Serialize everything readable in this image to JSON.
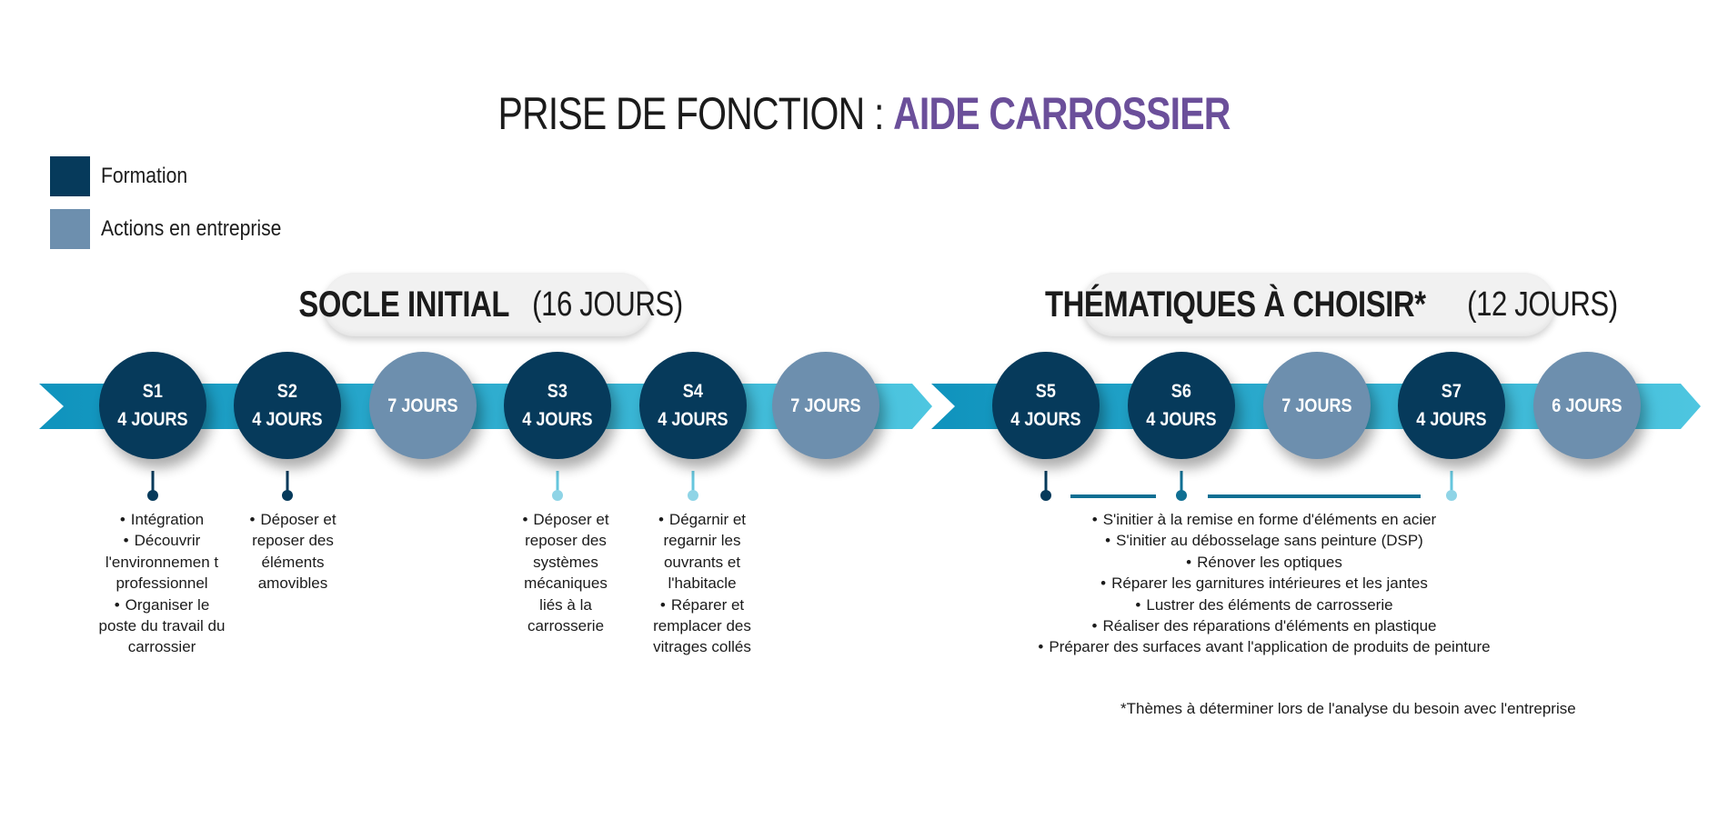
{
  "title": {
    "prefix": "PRISE DE FONCTION : ",
    "highlight": "AIDE CARROSSIER"
  },
  "legend": [
    {
      "label": "Formation",
      "color": "#063a5b"
    },
    {
      "label": "Actions en entreprise",
      "color": "#6d8fae"
    }
  ],
  "sections": [
    {
      "name": "SOCLE INITIAL",
      "duration": "(16 JOURS)"
    },
    {
      "name": "THÉMATIQUES À CHOISIR*",
      "duration": "(12 JOURS)"
    }
  ],
  "steps": [
    {
      "label": "S1",
      "days": "4 JOURS",
      "type": "formation"
    },
    {
      "label": "S2",
      "days": "4 JOURS",
      "type": "formation"
    },
    {
      "label": "",
      "days": "7 JOURS",
      "type": "entreprise"
    },
    {
      "label": "S3",
      "days": "4 JOURS",
      "type": "formation"
    },
    {
      "label": "S4",
      "days": "4 JOURS",
      "type": "formation"
    },
    {
      "label": "",
      "days": "7 JOURS",
      "type": "entreprise"
    },
    {
      "label": "S5",
      "days": "4 JOURS",
      "type": "formation"
    },
    {
      "label": "S6",
      "days": "4 JOURS",
      "type": "formation"
    },
    {
      "label": "",
      "days": "7 JOURS",
      "type": "entreprise"
    },
    {
      "label": "S7",
      "days": "4 JOURS",
      "type": "formation"
    },
    {
      "label": "",
      "days": "6 JOURS",
      "type": "entreprise"
    }
  ],
  "details": {
    "s1": [
      "Intégration",
      "Découvrir l'environnemen t professionnel",
      "Organiser le poste du travail du carrossier"
    ],
    "s2": [
      "Déposer et reposer des éléments amovibles"
    ],
    "s3": [
      "Déposer et reposer des systèmes mécaniques liés à la carrosserie"
    ],
    "s4": [
      "Dégarnir et regarnir les ouvrants et l'habitacle",
      "Réparer et remplacer des vitrages collés"
    ],
    "themes": [
      "S'initier à la remise en forme d'éléments en acier",
      "S'initier au débosselage sans peinture (DSP)",
      "Rénover les optiques",
      "Réparer les garnitures intérieures et les jantes",
      "Lustrer des éléments de carrosserie",
      "Réaliser des réparations d'éléments en plastique",
      "Préparer des surfaces avant l'application de produits de peinture"
    ]
  },
  "footnote": "*Thèmes à déterminer lors de l'analyse du besoin avec l'entreprise",
  "colors": {
    "ribbon_dark": "#0f93bd",
    "ribbon_light": "#4ec6e0",
    "accent": "#6b4f9a"
  }
}
